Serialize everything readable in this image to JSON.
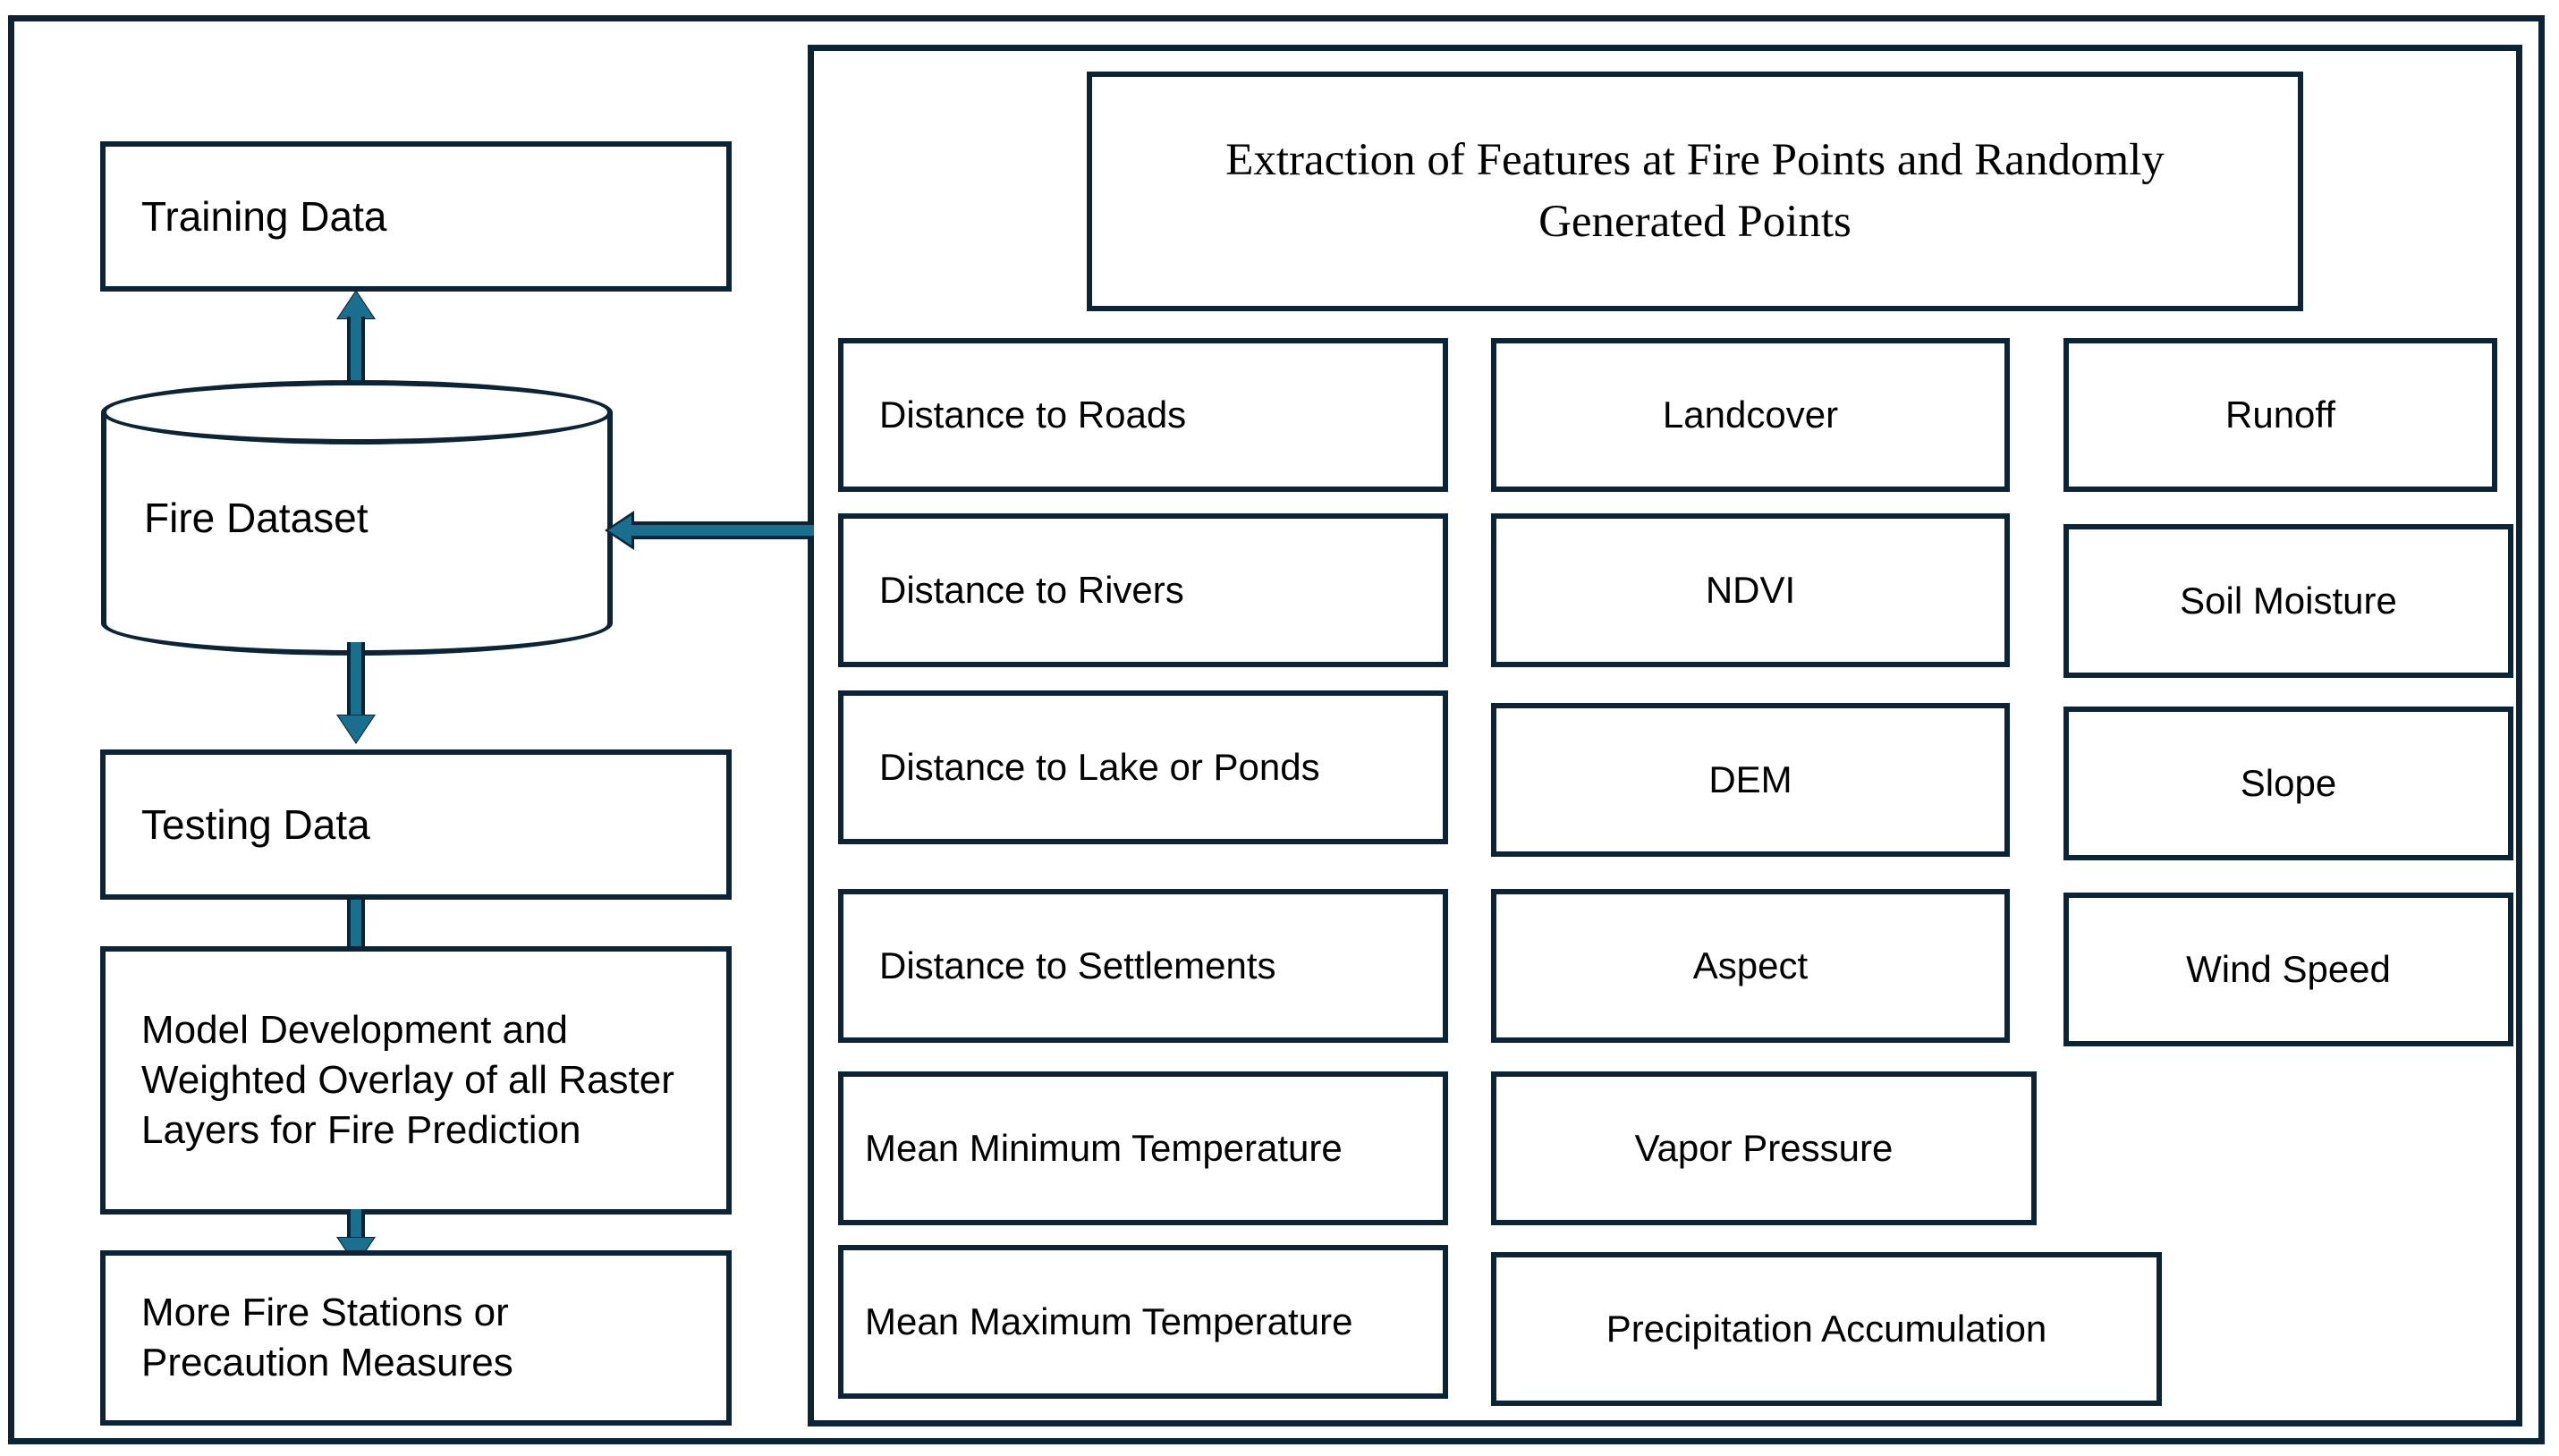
{
  "diagram": {
    "title_box": {
      "text": "Extraction of Features at Fire Points and Randomly Generated Points"
    },
    "left_flow": {
      "training_data": "Training Data",
      "fire_dataset": "Fire Dataset",
      "testing_data": "Testing Data",
      "model_development": "Model Development and Weighted Overlay of all Raster Layers for Fire Prediction",
      "outcome": "More Fire Stations or Precaution Measures"
    },
    "features": {
      "column1": [
        "Distance to Roads",
        "Distance to Rivers",
        "Distance to Lake or Ponds",
        "Distance to Settlements",
        "Mean Minimum Temperature",
        "Mean Maximum Temperature"
      ],
      "column2": [
        "Landcover",
        "NDVI",
        "DEM",
        "Aspect",
        "Vapor Pressure",
        "Precipitation Accumulation"
      ],
      "column3": [
        "Runoff",
        "Soil Moisture",
        "Slope",
        "Wind Speed"
      ]
    },
    "colors": {
      "border": "#0C2436",
      "arrow_fill": "#1A6E8E",
      "text": "#000000",
      "background": "#FFFFFF"
    }
  }
}
